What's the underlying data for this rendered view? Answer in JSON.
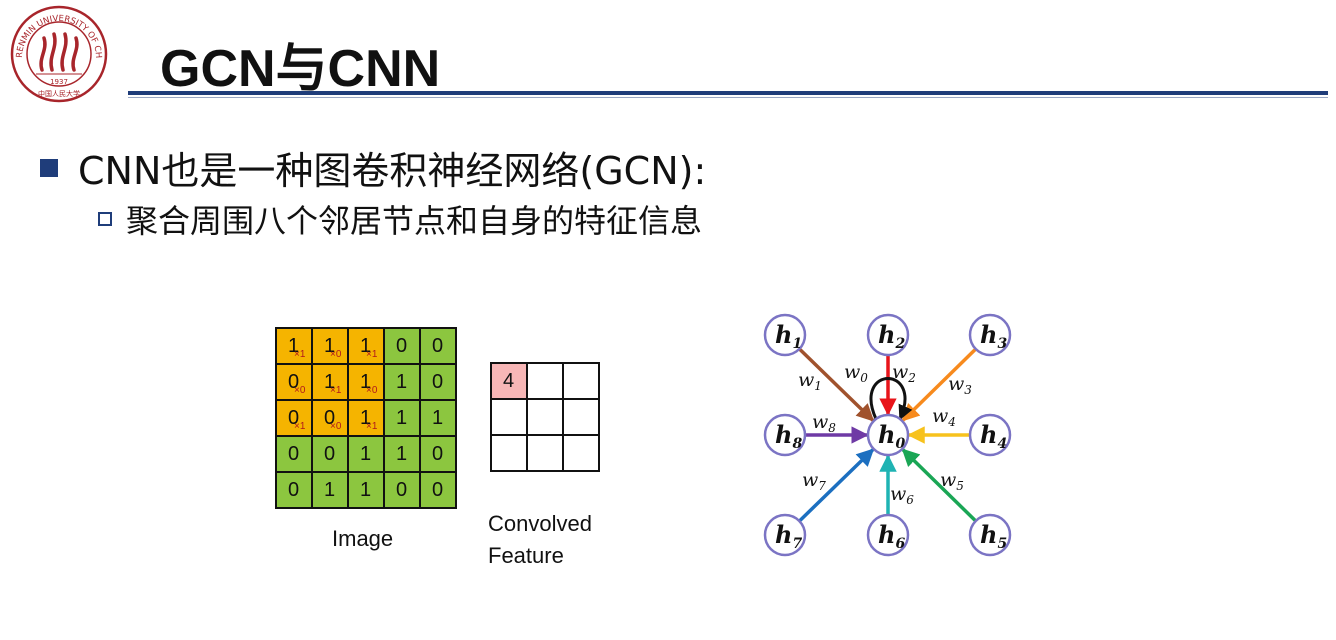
{
  "title": "GCN与CNN",
  "bullets": {
    "level1": "CNN也是一种图卷积神经网络(GCN):",
    "level2": "聚合周围八个邻居节点和自身的特征信息"
  },
  "logo": {
    "text": "RENMIN UNIVERSITY OF CHINA",
    "year": "1937",
    "chinese": "中国人民大学"
  },
  "image_grid": {
    "label": "Image",
    "cells": [
      [
        {
          "v": "1",
          "k": "×1"
        },
        {
          "v": "1",
          "k": "×0"
        },
        {
          "v": "1",
          "k": "×1"
        },
        {
          "v": "0"
        },
        {
          "v": "0"
        }
      ],
      [
        {
          "v": "0",
          "k": "×0"
        },
        {
          "v": "1",
          "k": "×1"
        },
        {
          "v": "1",
          "k": "×0"
        },
        {
          "v": "1"
        },
        {
          "v": "0"
        }
      ],
      [
        {
          "v": "0",
          "k": "×1"
        },
        {
          "v": "0",
          "k": "×0"
        },
        {
          "v": "1",
          "k": "×1"
        },
        {
          "v": "1"
        },
        {
          "v": "1"
        }
      ],
      [
        {
          "v": "0"
        },
        {
          "v": "0"
        },
        {
          "v": "1"
        },
        {
          "v": "1"
        },
        {
          "v": "0"
        }
      ],
      [
        {
          "v": "0"
        },
        {
          "v": "1"
        },
        {
          "v": "1"
        },
        {
          "v": "0"
        },
        {
          "v": "0"
        }
      ]
    ]
  },
  "convolved": {
    "label_line1": "Convolved",
    "label_line2": "Feature",
    "first_value": "4"
  },
  "graph": {
    "center": {
      "name": "h",
      "sub": "0"
    },
    "self_loop_weight": {
      "name": "w",
      "sub": "0"
    },
    "neighbors": [
      {
        "id": 1,
        "name": "h",
        "sub": "1",
        "wname": "w",
        "wsub": "1",
        "color": "#a0522d"
      },
      {
        "id": 2,
        "name": "h",
        "sub": "2",
        "wname": "w",
        "wsub": "2",
        "color": "#e8141a"
      },
      {
        "id": 3,
        "name": "h",
        "sub": "3",
        "wname": "w",
        "wsub": "3",
        "color": "#f78a1d"
      },
      {
        "id": 4,
        "name": "h",
        "sub": "4",
        "wname": "w",
        "wsub": "4",
        "color": "#f7c21d"
      },
      {
        "id": 5,
        "name": "h",
        "sub": "5",
        "wname": "w",
        "wsub": "5",
        "color": "#1aa655"
      },
      {
        "id": 6,
        "name": "h",
        "sub": "6",
        "wname": "w",
        "wsub": "6",
        "color": "#1fb3b3"
      },
      {
        "id": 7,
        "name": "h",
        "sub": "7",
        "wname": "w",
        "wsub": "7",
        "color": "#1c6fc0"
      },
      {
        "id": 8,
        "name": "h",
        "sub": "8",
        "wname": "w",
        "wsub": "8",
        "color": "#6f3aa5"
      }
    ],
    "node_border_color": "#7b74c4"
  },
  "colors": {
    "accent": "#1f3d7a",
    "kernel_cell": "#f5b400",
    "image_cell": "#8cc63f",
    "kernel_text": "#b11b1b",
    "highlight": "#f7b6b6",
    "logo": "#a8252b"
  }
}
